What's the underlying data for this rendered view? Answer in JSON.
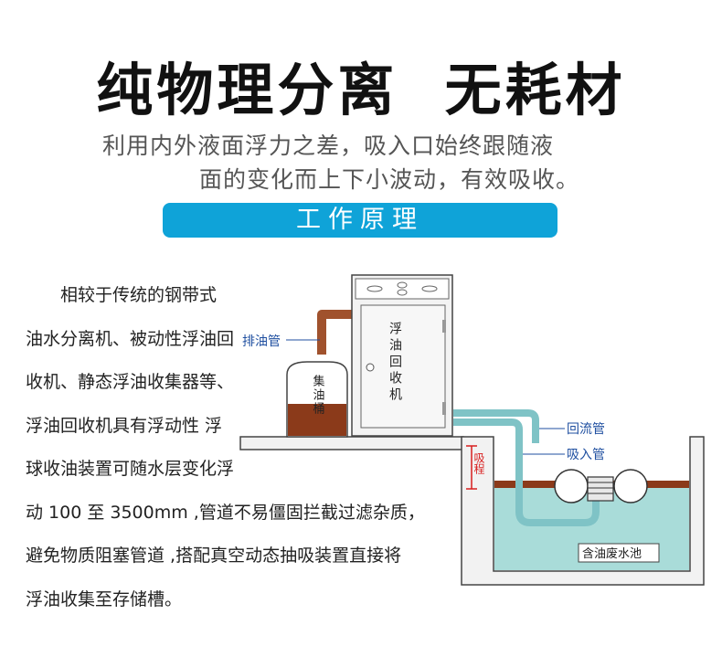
{
  "title": "纯物理分离  无耗材",
  "subtitle_lines": [
    "利用内外液面浮力之差，吸入口始终跟随液",
    "面的变化而上下小波动，有效吸收。"
  ],
  "banner": "工作原理",
  "paragraph_lines": [
    "　　相较于传统的钢带式",
    "油水分离机、被动性浮油回",
    "收机、静态浮油收集器等、",
    "浮油回收机具有浮动性 浮",
    "球收油装置可随水层变化浮",
    "动 100 至 3500mm ,管道不易僵固拦截过滤杂质，",
    "避免物质阻塞管道 ,搭配真空动态抽吸装置直接将",
    "浮油收集至存储槽。"
  ],
  "diagram": {
    "machine_label": "浮油回收机",
    "tank_label": "集油桶",
    "discharge_pipe": "排油管",
    "return_pipe": "回流管",
    "suction_pipe": "吸入管",
    "suction_range": "吸程",
    "pool_label": "含油废水池",
    "colors": {
      "pipe_teal": "#7fc3c6",
      "pipe_brown": "#a0522d",
      "oil": "#8b3a1a",
      "water": "#a9dcd9",
      "label_blue": "#1f4fa0",
      "range_red": "#d81e1e"
    }
  }
}
